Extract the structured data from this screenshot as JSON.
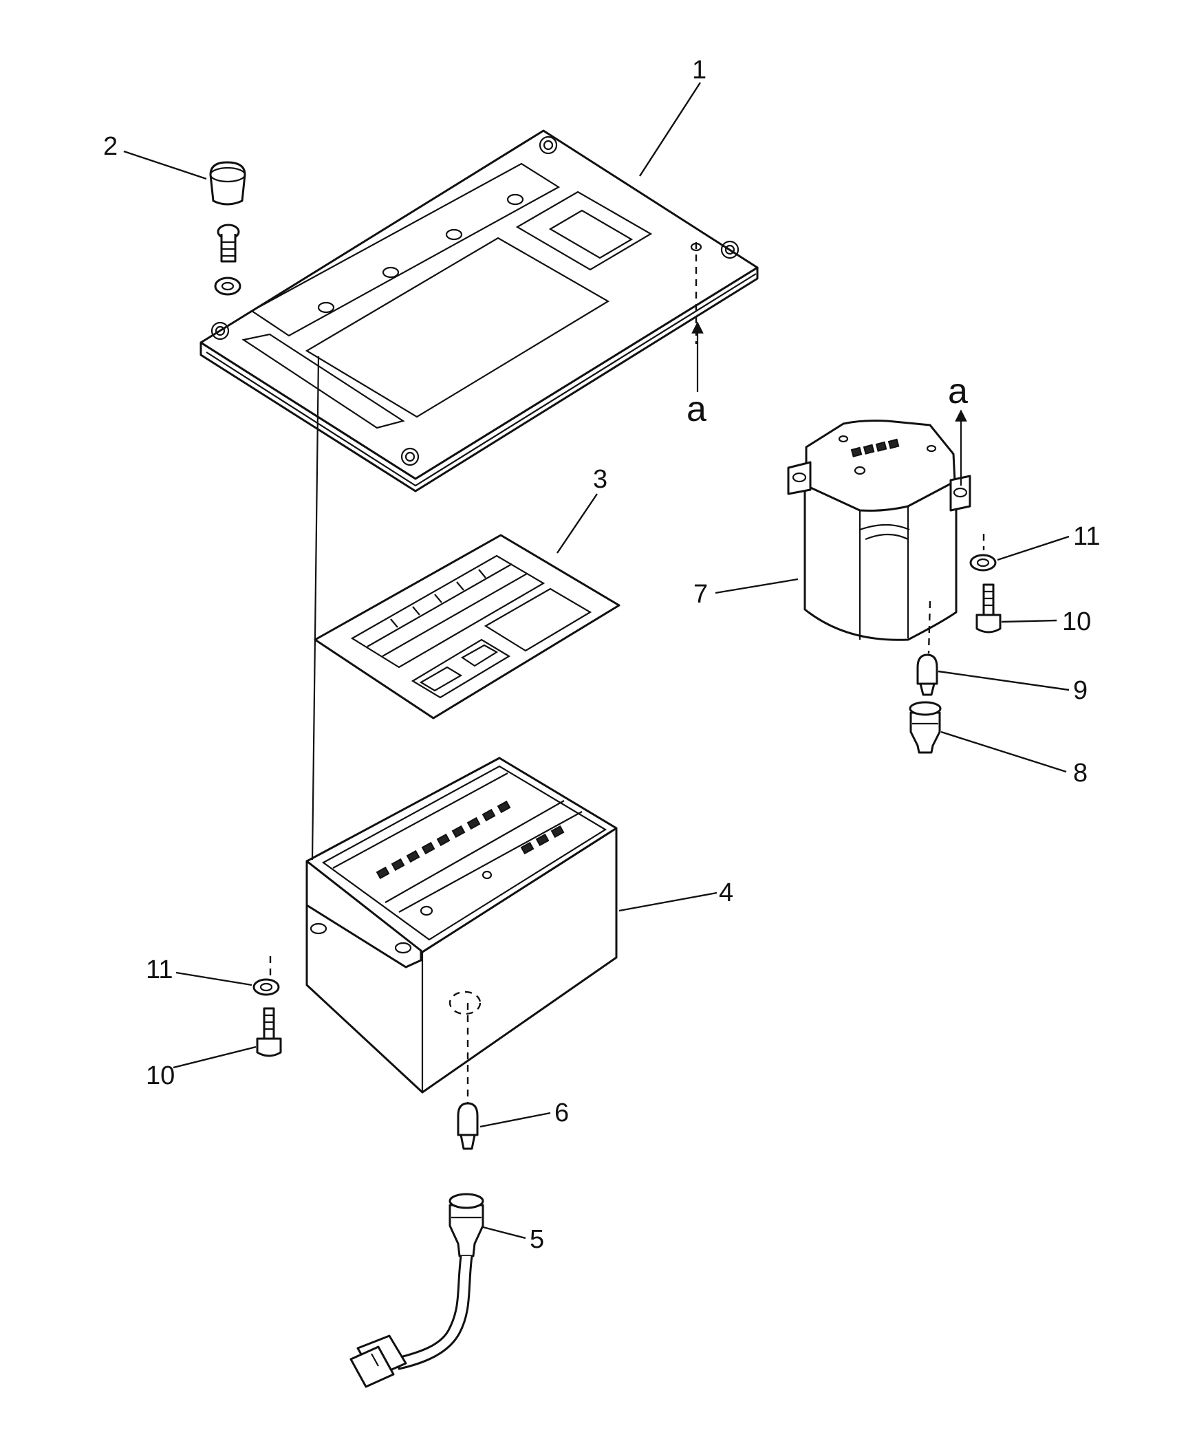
{
  "callouts": {
    "c1": "1",
    "c2": "2",
    "c3": "3",
    "c4": "4",
    "c5": "5",
    "c6": "6",
    "c7": "7",
    "c8": "8",
    "c9": "9",
    "c10_left": "10",
    "c10_right": "10",
    "c11_left": "11",
    "c11_right": "11"
  },
  "reference_marks": {
    "a_panel": "a",
    "a_gauge": "a"
  }
}
